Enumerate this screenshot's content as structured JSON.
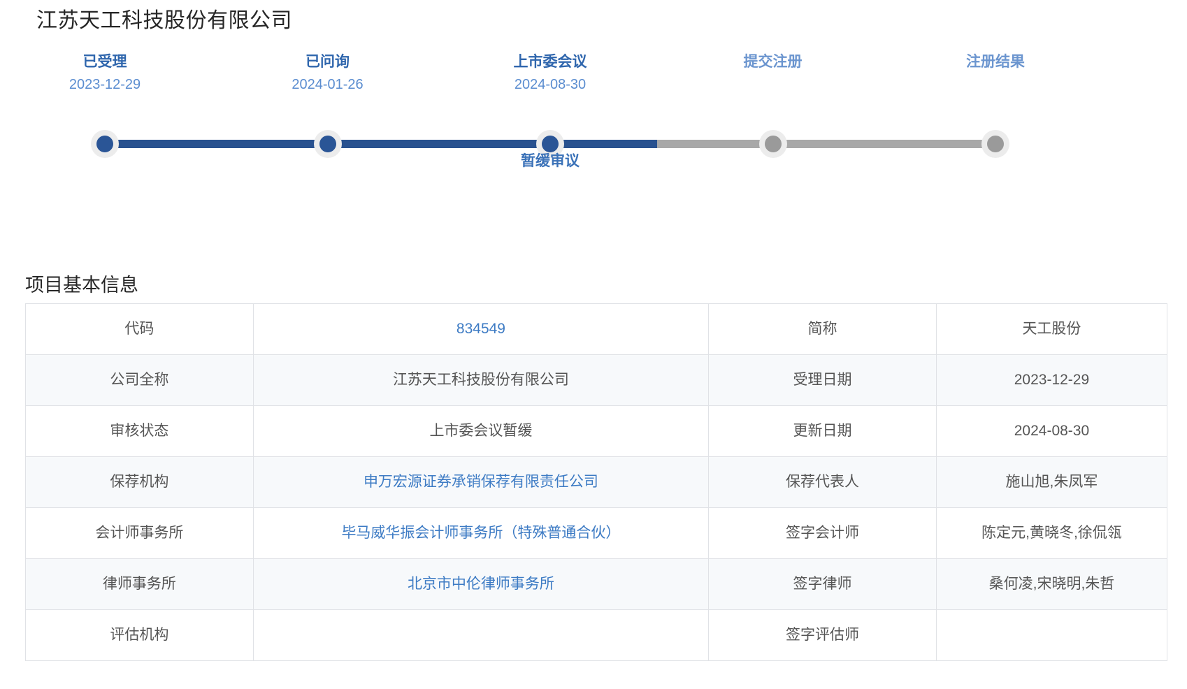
{
  "company_title": "江苏天工科技股份有限公司",
  "stepper": {
    "steps": [
      {
        "name": "已受理",
        "date": "2023-12-29",
        "done": true,
        "sub": ""
      },
      {
        "name": "已问询",
        "date": "2024-01-26",
        "done": true,
        "sub": ""
      },
      {
        "name": "上市委会议",
        "date": "2024-08-30",
        "done": true,
        "sub": "暂缓审议"
      },
      {
        "name": "提交注册",
        "date": "",
        "done": false,
        "sub": ""
      },
      {
        "name": "注册结果",
        "date": "",
        "done": false,
        "sub": ""
      }
    ],
    "colors": {
      "active_line": "#28518f",
      "inactive_line": "#a8a8a8",
      "active_dot": "#2a5596",
      "inactive_dot": "#9a9a9a",
      "active_label": "#2f66ad",
      "inactive_label": "#6b95cf",
      "date_text": "#5b8dd0",
      "sub_label": "#3b72b8"
    },
    "progress_percent": 62
  },
  "section": {
    "title": "项目基本信息"
  },
  "table": {
    "rows": [
      {
        "label": "代码",
        "value": "834549",
        "value_is_link": true,
        "label2": "简称",
        "value2": "天工股份",
        "value2_is_link": false
      },
      {
        "label": "公司全称",
        "value": "江苏天工科技股份有限公司",
        "value_is_link": false,
        "label2": "受理日期",
        "value2": "2023-12-29",
        "value2_is_link": false
      },
      {
        "label": "审核状态",
        "value": "上市委会议暂缓",
        "value_is_link": false,
        "label2": "更新日期",
        "value2": "2024-08-30",
        "value2_is_link": false
      },
      {
        "label": "保荐机构",
        "value": "申万宏源证券承销保荐有限责任公司",
        "value_is_link": true,
        "label2": "保荐代表人",
        "value2": "施山旭,朱凤军",
        "value2_is_link": false
      },
      {
        "label": "会计师事务所",
        "value": "毕马威华振会计师事务所（特殊普通合伙）",
        "value_is_link": true,
        "label2": "签字会计师",
        "value2": "陈定元,黄晓冬,徐侃瓴",
        "value2_is_link": false
      },
      {
        "label": "律师事务所",
        "value": "北京市中伦律师事务所",
        "value_is_link": true,
        "label2": "签字律师",
        "value2": "桑何凌,宋晓明,朱哲",
        "value2_is_link": false
      },
      {
        "label": "评估机构",
        "value": "",
        "value_is_link": false,
        "label2": "签字评估师",
        "value2": "",
        "value2_is_link": false
      }
    ]
  }
}
